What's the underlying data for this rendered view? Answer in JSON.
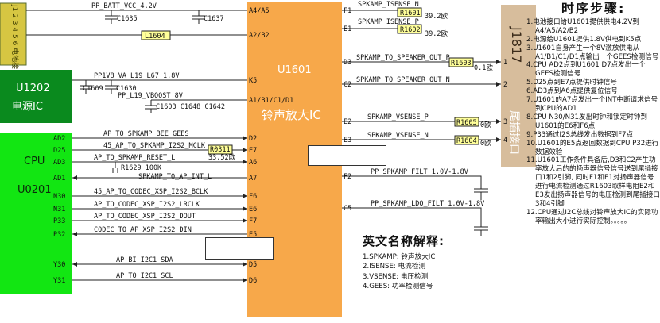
{
  "colors": {
    "ic_block": "#f7a84a",
    "power_ic": "#0a8a1e",
    "cpu_block": "#12e612",
    "battery": "#d6c642",
    "connector": "#d7bd9c",
    "wire": "#222222",
    "capacitor": "#5a5a5a"
  },
  "blocks": {
    "battery_label": "J1  2  3  4  5  6 电池接口",
    "u1202": "U1202",
    "u1202_sub": "电源IC",
    "cpu": "CPU",
    "cpu_ref": "U0201",
    "u1601": "U1601",
    "u1601_sub": "铃声放大IC",
    "connector_ref": "J1817",
    "connector_sub": "尾插接口"
  },
  "nets": {
    "batt": "PP_BATT_VCC_4.2V",
    "c1635": "C1635",
    "c1637": "C1637",
    "l1604": "L1604",
    "pp1v8": "PP1V8_VA_L19_L67 1.8V",
    "c1609": "C1609",
    "c1630": "C1630",
    "vboost": "PP_L19_VBOOST 8V",
    "c_group": "C1603 C1648 C1642",
    "bee": "AP_TO_SPKAMP_BEE_GEES",
    "mclk": "45_AP_TO_SPKAMP_I2S2_MCLK",
    "r0311": "R0311",
    "r0311_val": "33.52欧",
    "reset": "AP_TO_SPKAMP_RESET_L",
    "r1629": "R1629 100K",
    "int": "SPKAMP_TO_AP_INT_L",
    "bclk": "45_AP_TO_CODEC_XSP_I2S2_BCLK",
    "lrclk": "AP_TO_CODEC_XSP_I2S2_LRCLK",
    "dout": "AP_TO_CODEC_XSP_I2S2_DOUT",
    "din": "CODEC_TO_AP_XSP_I2S2_DIN",
    "sda": "AP_BI_I2C1_SDA",
    "scl": "AP_TO_I2C1_SCL",
    "isense_n": "SPKAMP_ISENSE_N",
    "isense_p": "SPKAMP_ISENSE_P",
    "r1601": "R1601",
    "r1602": "R1602",
    "r1601_val": "39.2欧",
    "r1602_val": "39.2欧",
    "spk_out_p": "SPKAMP_TO_SPEAKER_OUT_P",
    "r1603": "R1603",
    "r1603_val": "0.1欧",
    "spk_out_n": "SPKAMP_TO_SPEAKER_OUT_N",
    "vsense_p": "SPKAMP_VSENSE_P",
    "vsense_n": "SPKAMP_VSENSE_N",
    "r1605": "R1605",
    "r1604": "R1604",
    "r1605_val": "0欧",
    "r1604_val": "0欧",
    "filt": "PP_SPKAMP_FILT 1.0V-1.8V",
    "ldo": "PP_SPKAMP_LDO_FILT 1.0V-1.8V"
  },
  "pins": {
    "a4a5": "A4/A5",
    "a2b2": "A2/B2",
    "k5": "K5",
    "a1": "A1/B1/C1/D1",
    "d2": "D2",
    "e7": "E7",
    "a6": "A6",
    "a7": "A7",
    "f6": "F6",
    "e6": "E6",
    "f7": "F7",
    "e5": "E5",
    "d5": "D5",
    "d6": "D6",
    "f1": "F1",
    "e1": "E1",
    "d3": "D3",
    "c2": "C2",
    "e2": "E2",
    "e3": "E3",
    "f2": "F2",
    "c5": "C5",
    "cpu_ad2": "AD2",
    "cpu_d25": "D25",
    "cpu_ad3": "AD3",
    "cpu_ad1": "AD1",
    "cpu_n30": "N30",
    "cpu_n31": "N31",
    "cpu_p33": "P33",
    "cpu_p32": "P32",
    "cpu_y30": "Y30",
    "cpu_y31": "Y31",
    "j1": "1",
    "j2": "2",
    "j3": "3",
    "j4": "4"
  },
  "notes": {
    "title": "时序步骤:",
    "items": [
      "1.电池接口给U1601提供供电4.2V到A4/A5/A2/B2",
      "2.电源给U1601提供1.8V供电到K5点",
      "3.U1601自身产生一个8V激放供电从A1/B1/C1/D1点输出一个GEES检测信号",
      "4.CPU AD2点到U1601 D7点发出一个GEES检测信号",
      "5.D25点到E7点提供时钟信号",
      "6.AD3点到A6点提供复位信号",
      "7.U1601的A7点发出一个INT中断请求信号到CPU的AD1",
      "8.CPU N30/N31发出时钟和锁定时钟到U1601的E6和F6点",
      "9.P33通过I2S总线发出数据到F7点",
      "10.U1601的E5点返回数据到CPU P32进行数据效验",
      "11.U1601工作条件具备后,D3和C2产生功率放大后的的扬声器信号信号送到尾插接口1和2引脚, 同时F1和E1对扬声器信号进行电流检测通过R1603取样电阻E2和E3发出扬声器信号的电压检测到尾插接口3和4引脚",
      "12.CPU通过I2C总线对铃声放大IC的实际功率输出大小进行实际控制。。。。。"
    ]
  },
  "legend": {
    "title": "英文名称解释:",
    "rows": [
      "1.SPKAMP: 铃声放大IC",
      "2.ISENSE: 电流检测",
      "3.VSENSE: 电压检测",
      "4.GEES:   功率检测信号"
    ]
  }
}
